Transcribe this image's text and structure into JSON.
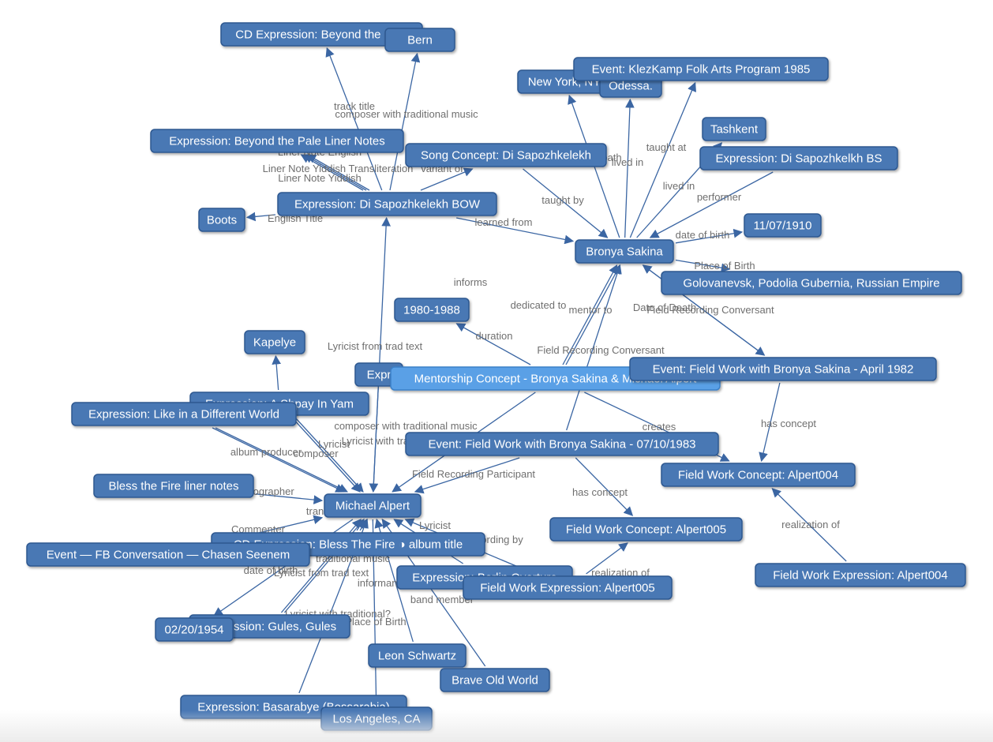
{
  "colors": {
    "node_fill": "#4a78b4",
    "node_highlight_fill": "#5aa0e6",
    "edge": "#3b66a3",
    "edge_label": "#6f6f6f",
    "node_text": "#ffffff"
  },
  "nodes": [
    {
      "id": "cd_beyond",
      "label": "CD Expression: Beyond the Pale"
    },
    {
      "id": "bern",
      "label": "Bern"
    },
    {
      "id": "new_york",
      "label": "New York, NY"
    },
    {
      "id": "odessa",
      "label": "Odessa."
    },
    {
      "id": "klezkamp",
      "label": "Event: KlezKamp Folk Arts Program 1985"
    },
    {
      "id": "tashkent",
      "label": "Tashkent"
    },
    {
      "id": "expr_bs",
      "label": "Expression: Di Sapozhkelkh BS"
    },
    {
      "id": "liner_notes",
      "label": "Expression: Beyond the Pale Liner Notes"
    },
    {
      "id": "song_concept",
      "label": "Song Concept: Di Sapozhkelekh"
    },
    {
      "id": "expr_bow",
      "label": "Expression: Di Sapozhkelekh BOW"
    },
    {
      "id": "boots",
      "label": "Boots"
    },
    {
      "id": "dob_bronya",
      "label": "11/07/1910"
    },
    {
      "id": "bronya",
      "label": "Bronya Sakina"
    },
    {
      "id": "golovanevsk",
      "label": "Golovanevsk, Podolia Gubernia, Russian Empire"
    },
    {
      "id": "years",
      "label": "1980-1988"
    },
    {
      "id": "kapelye",
      "label": "Kapelye"
    },
    {
      "id": "expr_hidden",
      "label": "Expr"
    },
    {
      "id": "mentorship",
      "label": "Mentorship Concept - Bronya Sakina & Michael Alpert",
      "highlight": true
    },
    {
      "id": "event_1982",
      "label": "Event: Field Work with Bronya Sakina - April 1982"
    },
    {
      "id": "shpay",
      "label": "Expression: A Shpay In Yam"
    },
    {
      "id": "like_world",
      "label": "Expression: Like in a Different World"
    },
    {
      "id": "event_1983",
      "label": "Event: Field Work with Bronya Sakina - 07/10/1983"
    },
    {
      "id": "fwc4",
      "label": "Field Work Concept: Alpert004"
    },
    {
      "id": "bless_liner",
      "label": "Bless the Fire liner notes"
    },
    {
      "id": "alpert",
      "label": "Michael Alpert"
    },
    {
      "id": "fwc5",
      "label": "Field Work Concept: Alpert005"
    },
    {
      "id": "cd_bless",
      "label": "CD Expression: Bless The Fire ◑ album title"
    },
    {
      "id": "fb_conv",
      "label": "Event — FB Conversation — Chasen Seenem"
    },
    {
      "id": "berlin",
      "label": "Expression: Berlin Overture"
    },
    {
      "id": "fwe5",
      "label": "Field Work Expression: Alpert005"
    },
    {
      "id": "fwe4",
      "label": "Field Work Expression: Alpert004"
    },
    {
      "id": "gules",
      "label": "Expression: Gules, Gules"
    },
    {
      "id": "dob_alpert",
      "label": "02/20/1954"
    },
    {
      "id": "leon",
      "label": "Leon Schwartz"
    },
    {
      "id": "brave",
      "label": "Brave Old World"
    },
    {
      "id": "basarabye",
      "label": "Expression: Basarabye (Bessarabia)"
    },
    {
      "id": "la",
      "label": "Los Angeles, CA"
    }
  ],
  "edges": [
    {
      "from": "expr_bow",
      "to": "cd_beyond",
      "label": "track title"
    },
    {
      "from": "expr_bow",
      "to": "bern",
      "label": "composer with traditional music"
    },
    {
      "from": "expr_bow",
      "to": "liner_notes",
      "label": "Liner Note English"
    },
    {
      "from": "expr_bow",
      "to": "liner_notes",
      "label": "Liner Note Yiddish Transliteration"
    },
    {
      "from": "expr_bow",
      "to": "liner_notes",
      "label": "Liner Note Yiddish"
    },
    {
      "from": "expr_bow",
      "to": "song_concept",
      "label": "variant of"
    },
    {
      "from": "expr_bow",
      "to": "boots",
      "label": "English Title"
    },
    {
      "from": "expr_bow",
      "to": "bronya",
      "label": "learned from"
    },
    {
      "from": "bronya",
      "to": "new_york",
      "label": "path"
    },
    {
      "from": "bronya",
      "to": "odessa",
      "label": "lived in"
    },
    {
      "from": "bronya",
      "to": "klezkamp",
      "label": "taught at"
    },
    {
      "from": "bronya",
      "to": "tashkent",
      "label": "lived in"
    },
    {
      "from": "song_concept",
      "to": "bronya",
      "label": "taught by"
    },
    {
      "from": "expr_bs",
      "to": "bronya",
      "label": "performer"
    },
    {
      "from": "bronya",
      "to": "dob_bronya",
      "label": "date of birth"
    },
    {
      "from": "bronya",
      "to": "golovanevsk",
      "label": "Place of Birth"
    },
    {
      "from": "bronya",
      "to": "event_1982",
      "label": "Date of Death"
    },
    {
      "from": "event_1982",
      "to": "bronya",
      "label": "Field Recording Conversant"
    },
    {
      "from": "alpert",
      "to": "expr_bow",
      "label": "informs"
    },
    {
      "from": "mentorship",
      "to": "years",
      "label": "duration"
    },
    {
      "from": "mentorship",
      "to": "bronya",
      "label": "dedicated to"
    },
    {
      "from": "mentorship",
      "to": "bronya",
      "label": "mentor to"
    },
    {
      "from": "event_1983",
      "to": "bronya",
      "label": "Field Recording Conversant"
    },
    {
      "from": "event_1982",
      "to": "fwc4",
      "label": "has concept"
    },
    {
      "from": "mentorship",
      "to": "fwc4",
      "label": "creates"
    },
    {
      "from": "event_1983",
      "to": "fwc5",
      "label": "has concept"
    },
    {
      "from": "fwe4",
      "to": "fwc4",
      "label": "realization of"
    },
    {
      "from": "fwe5",
      "to": "fwc5",
      "label": "realization of"
    },
    {
      "from": "expr_hidden",
      "to": "alpert",
      "label": "Lyricist from trad text"
    },
    {
      "from": "shpay",
      "to": "kapelye",
      "label": ""
    },
    {
      "from": "shpay",
      "to": "alpert",
      "label": "composer with traditional music"
    },
    {
      "from": "shpay",
      "to": "alpert",
      "label": "Lyricist"
    },
    {
      "from": "like_world",
      "to": "alpert",
      "label": "album producer"
    },
    {
      "from": "like_world",
      "to": "alpert",
      "label": "composer"
    },
    {
      "from": "event_1983",
      "to": "alpert",
      "label": "Field Recording Participant"
    },
    {
      "from": "mentorship",
      "to": "alpert",
      "label": "Lyricist with traditional"
    },
    {
      "from": "bless_liner",
      "to": "alpert",
      "label": "typographer"
    },
    {
      "from": "cd_bless",
      "to": "alpert",
      "label": "translator"
    },
    {
      "from": "fb_conv",
      "to": "alpert",
      "label": "Commenter"
    },
    {
      "from": "berlin",
      "to": "alpert",
      "label": "Lyricist"
    },
    {
      "from": "fwe5",
      "to": "alpert",
      "label": "recording by"
    },
    {
      "from": "cd_bless",
      "to": "alpert",
      "label": "traditional music"
    },
    {
      "from": "alpert",
      "to": "dob_alpert",
      "label": "date of birth"
    },
    {
      "from": "gules",
      "to": "alpert",
      "label": "Lyricist from trad text"
    },
    {
      "from": "leon",
      "to": "alpert",
      "label": "informant"
    },
    {
      "from": "brave",
      "to": "alpert",
      "label": "band member"
    },
    {
      "from": "gules",
      "to": "alpert",
      "label": "Lyricist with traditional?"
    },
    {
      "from": "alpert",
      "to": "la",
      "label": "Place of Birth"
    },
    {
      "from": "basarabye",
      "to": "alpert",
      "label": ""
    }
  ]
}
